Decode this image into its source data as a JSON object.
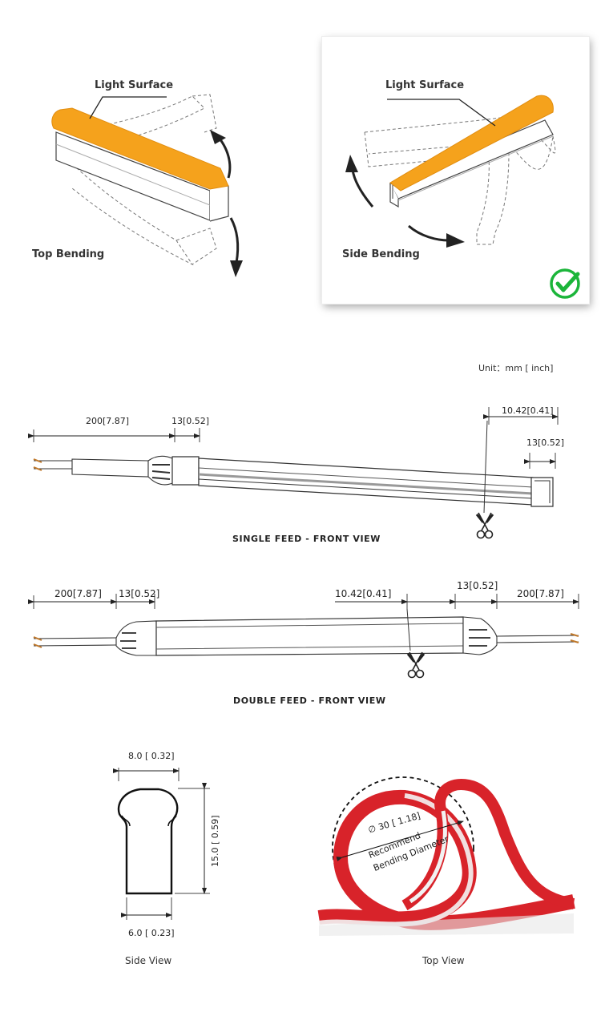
{
  "bending": {
    "top": {
      "surface_label": "Light Surface",
      "caption": "Top Bending"
    },
    "side": {
      "surface_label": "Light Surface",
      "caption": "Side Bending",
      "recommended_icon": "check-circle-icon"
    },
    "accent_color": "#f5a21c",
    "check_color": "#1bb53a"
  },
  "unit": "Unit：mm [ inch]",
  "single_feed": {
    "cable_len": "200[7.87]",
    "cap_len_left": "13[0.52]",
    "cut_len": "10.42[0.41]",
    "cap_len_right": "13[0.52]",
    "caption": "SINGLE FEED - FRONT VIEW",
    "cut_icon": "scissors-icon"
  },
  "double_feed": {
    "cable_len_left": "200[7.87]",
    "cap_len_left": "13[0.52]",
    "cut_len": "10.42[0.41]",
    "cap_len_right": "13[0.52]",
    "cable_len_right": "200[7.87]",
    "caption": "DOUBLE FEED - FRONT VIEW",
    "cut_icon": "scissors-icon"
  },
  "side_view": {
    "top_width": "8.0 [ 0.32]",
    "height": "15.0 [ 0.59]",
    "bottom_width": "6.0 [ 0.23]",
    "caption": "Side View"
  },
  "top_view": {
    "diameter": "∅ 30 [ 1.18]",
    "note_line1": "Recommend",
    "note_line2": "Bending Diameter",
    "caption": "Top View",
    "strip_color": "#d8232a"
  }
}
